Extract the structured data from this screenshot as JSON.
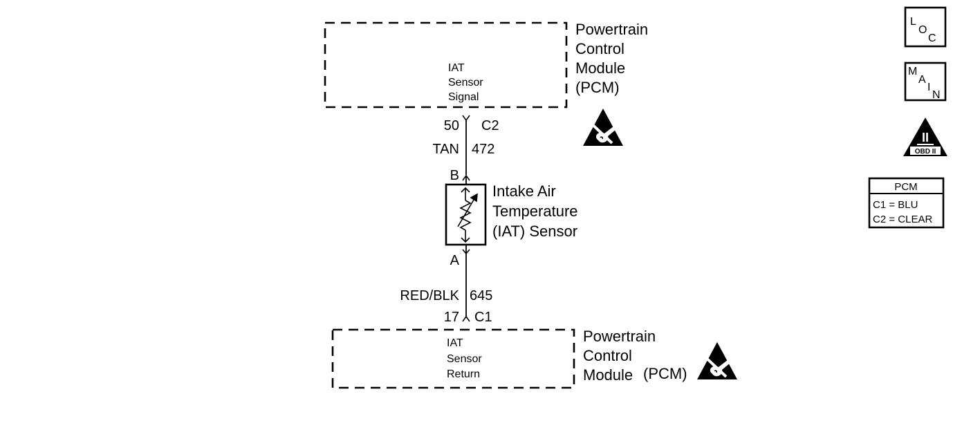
{
  "pcm_top": {
    "title_lines": [
      "Powertrain",
      "Control",
      "Module",
      "(PCM)"
    ],
    "pin_label_lines": [
      "IAT",
      "Sensor",
      "Signal"
    ]
  },
  "connector_top": {
    "pin": "50",
    "connector": "C2"
  },
  "wire_top": {
    "color": "TAN",
    "circuit": "472"
  },
  "sensor": {
    "pin_b": "B",
    "pin_a": "A",
    "name_lines": [
      "Intake Air",
      "Temperature",
      "(IAT) Sensor"
    ]
  },
  "wire_bottom": {
    "color": "RED/BLK",
    "circuit": "645"
  },
  "connector_bottom": {
    "pin": "17",
    "connector": "C1"
  },
  "pcm_bottom": {
    "title_lines": [
      "Powertrain",
      "Control",
      "Module"
    ],
    "title_suffix": "(PCM)",
    "pin_label_lines": [
      "IAT",
      "Sensor",
      "Return"
    ]
  },
  "legend": {
    "loc_icon": {
      "letters": [
        "L",
        "O",
        "C"
      ]
    },
    "main_icon": {
      "letters": [
        "M",
        "A",
        "I",
        "N"
      ]
    },
    "obd_icon": {
      "numeral": "II",
      "caption": "OBD II"
    },
    "pcm_table": {
      "header": "PCM",
      "rows": [
        "C1 = BLU",
        "C2 = CLEAR"
      ]
    }
  },
  "esd_icon": "esd-sensitive-icon"
}
